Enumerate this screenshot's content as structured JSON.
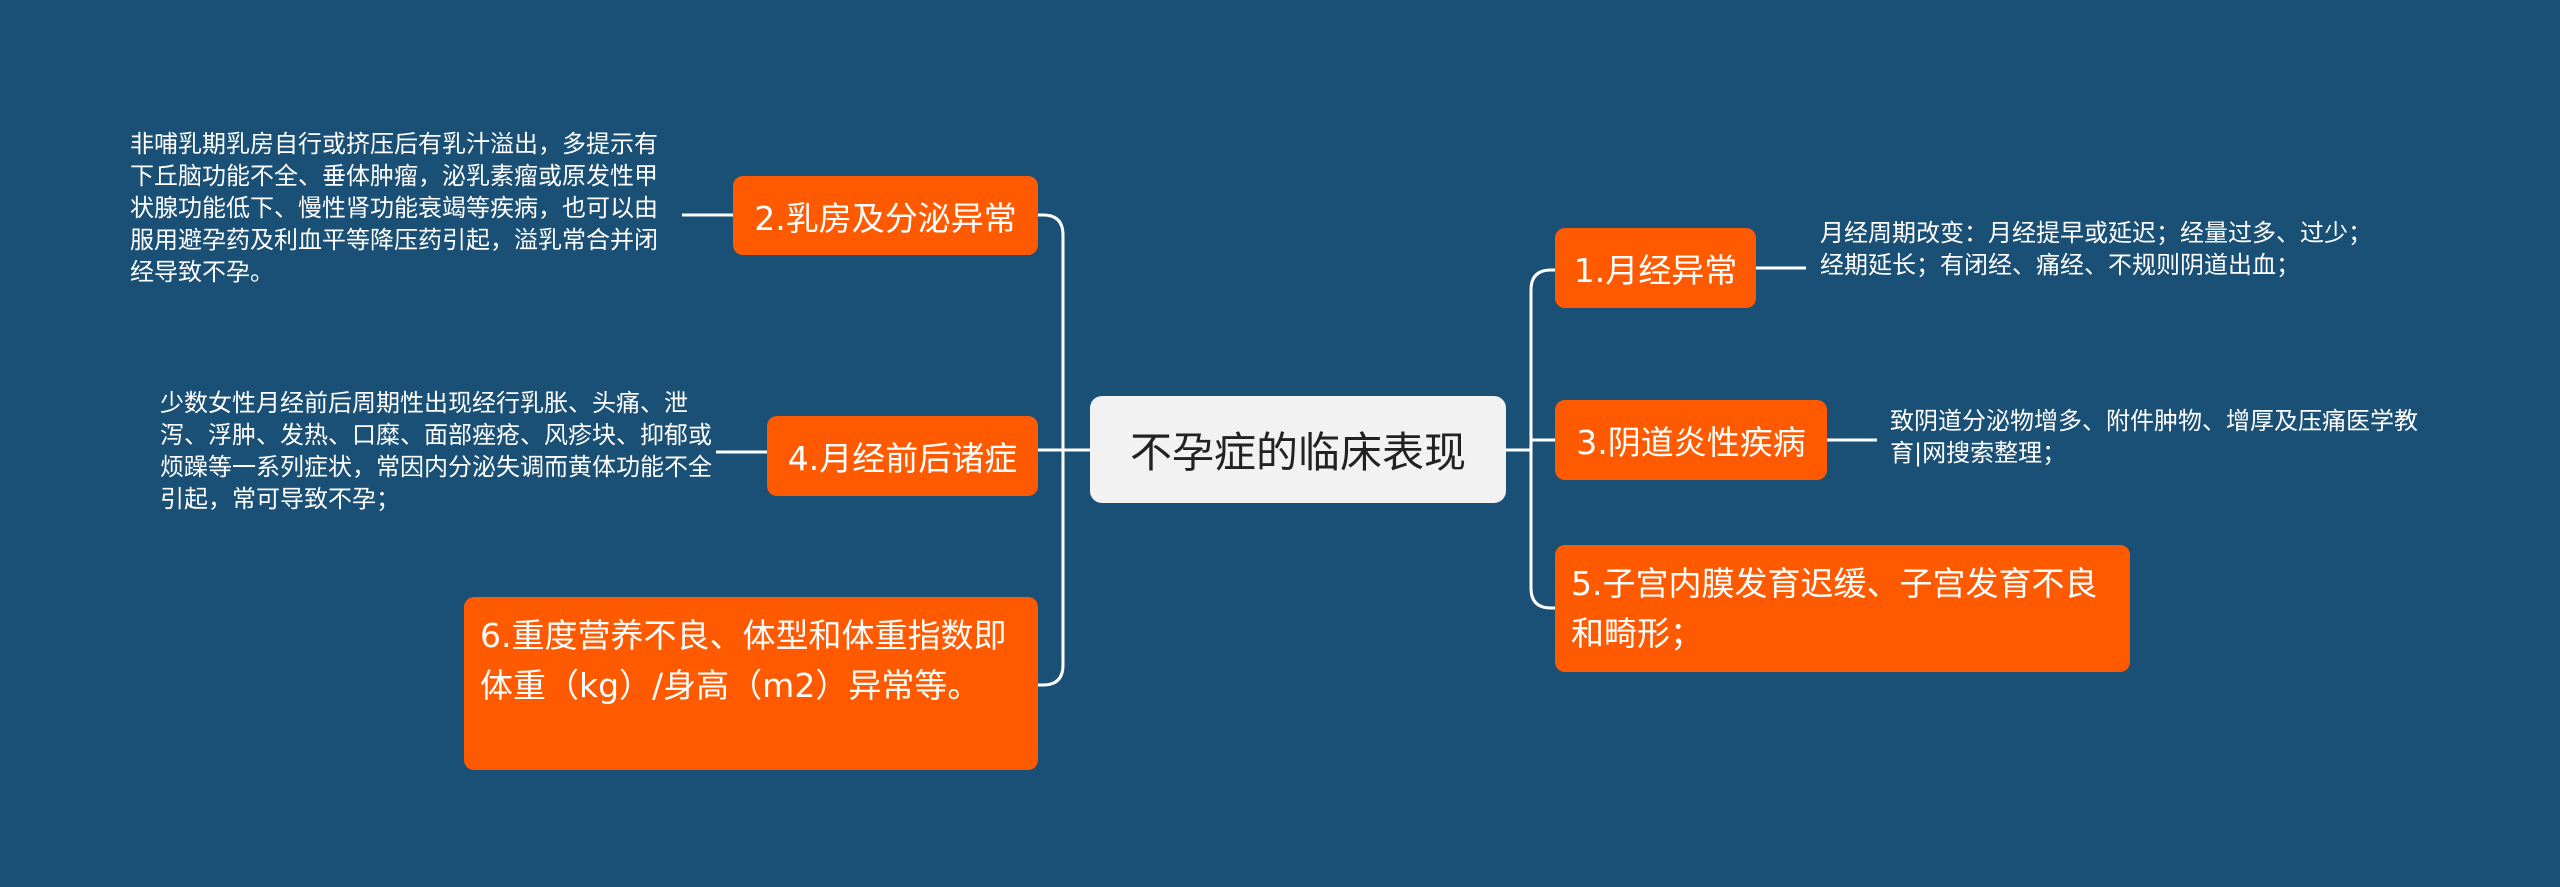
{
  "colors": {
    "background": "#1a5075",
    "branch": "#ff5a00",
    "center": "#f2f2f2",
    "line": "#ffffff"
  },
  "center": {
    "label": "不孕症的临床表现"
  },
  "branches": {
    "b1": {
      "label": "1.月经异常",
      "note": "月经周期改变：月经提早或延迟；经量过多、过少；经期延长；有闭经、痛经、不规则阴道出血；"
    },
    "b2": {
      "label": "2.乳房及分泌异常",
      "note": "非哺乳期乳房自行或挤压后有乳汁溢出，多提示有下丘脑功能不全、垂体肿瘤，泌乳素瘤或原发性甲状腺功能低下、慢性肾功能衰竭等疾病，也可以由服用避孕药及利血平等降压药引起，溢乳常合并闭经导致不孕。"
    },
    "b3": {
      "label": "3.阴道炎性疾病",
      "note": "致阴道分泌物增多、附件肿物、增厚及压痛医学教育|网搜索整理；"
    },
    "b4": {
      "label": "4.月经前后诸症",
      "note": "少数女性月经前后周期性出现经行乳胀、头痛、泄泻、浮肿、发热、口糜、面部痤疮、风疹块、抑郁或烦躁等一系列症状，常因内分泌失调而黄体功能不全引起，常可导致不孕；"
    },
    "b5": {
      "label": "5.子宫内膜发育迟缓、子宫发育不良和畸形；"
    },
    "b6": {
      "label": "6.重度营养不良、体型和体重指数即体重（kg）/身高（m2）异常等。"
    }
  }
}
